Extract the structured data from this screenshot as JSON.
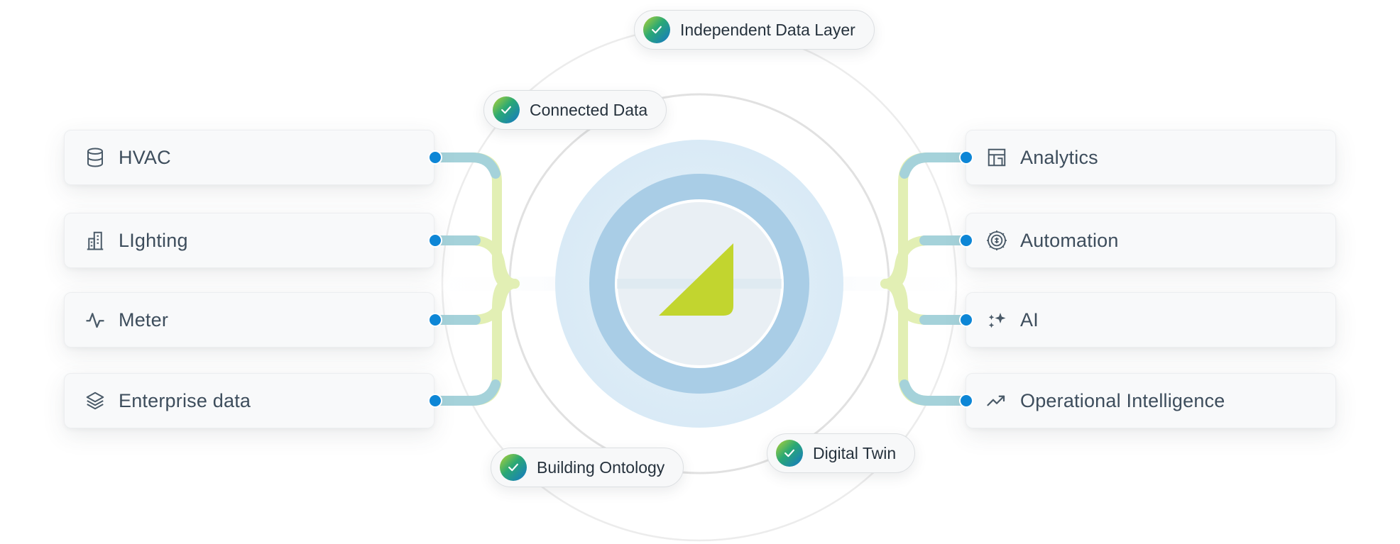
{
  "inputs": [
    {
      "label": "HVAC",
      "icon": "database-icon"
    },
    {
      "label": "LIghting",
      "icon": "building-icon"
    },
    {
      "label": "Meter",
      "icon": "pulse-icon"
    },
    {
      "label": "Enterprise data",
      "icon": "layers-icon"
    }
  ],
  "outputs": [
    {
      "label": "Analytics",
      "icon": "layout-icon"
    },
    {
      "label": "Automation",
      "icon": "gear-brain-icon"
    },
    {
      "label": "AI",
      "icon": "sparkle-icon"
    },
    {
      "label": "Operational Intelligence",
      "icon": "trend-up-icon"
    }
  ],
  "layers": {
    "independent": "Independent Data Layer",
    "connected": "Connected Data",
    "ontology": "Building Ontology",
    "twin": "Digital Twin"
  },
  "colors": {
    "accent_blue": "#0d86d6",
    "logo_green": "#c2d52f",
    "core_light": "#e4f0f9",
    "core_mid": "#a9cde6",
    "connector_teal": "#9fd0d9",
    "connector_lime": "#e2efb4"
  },
  "logo_icon": "triangle-logo-icon"
}
